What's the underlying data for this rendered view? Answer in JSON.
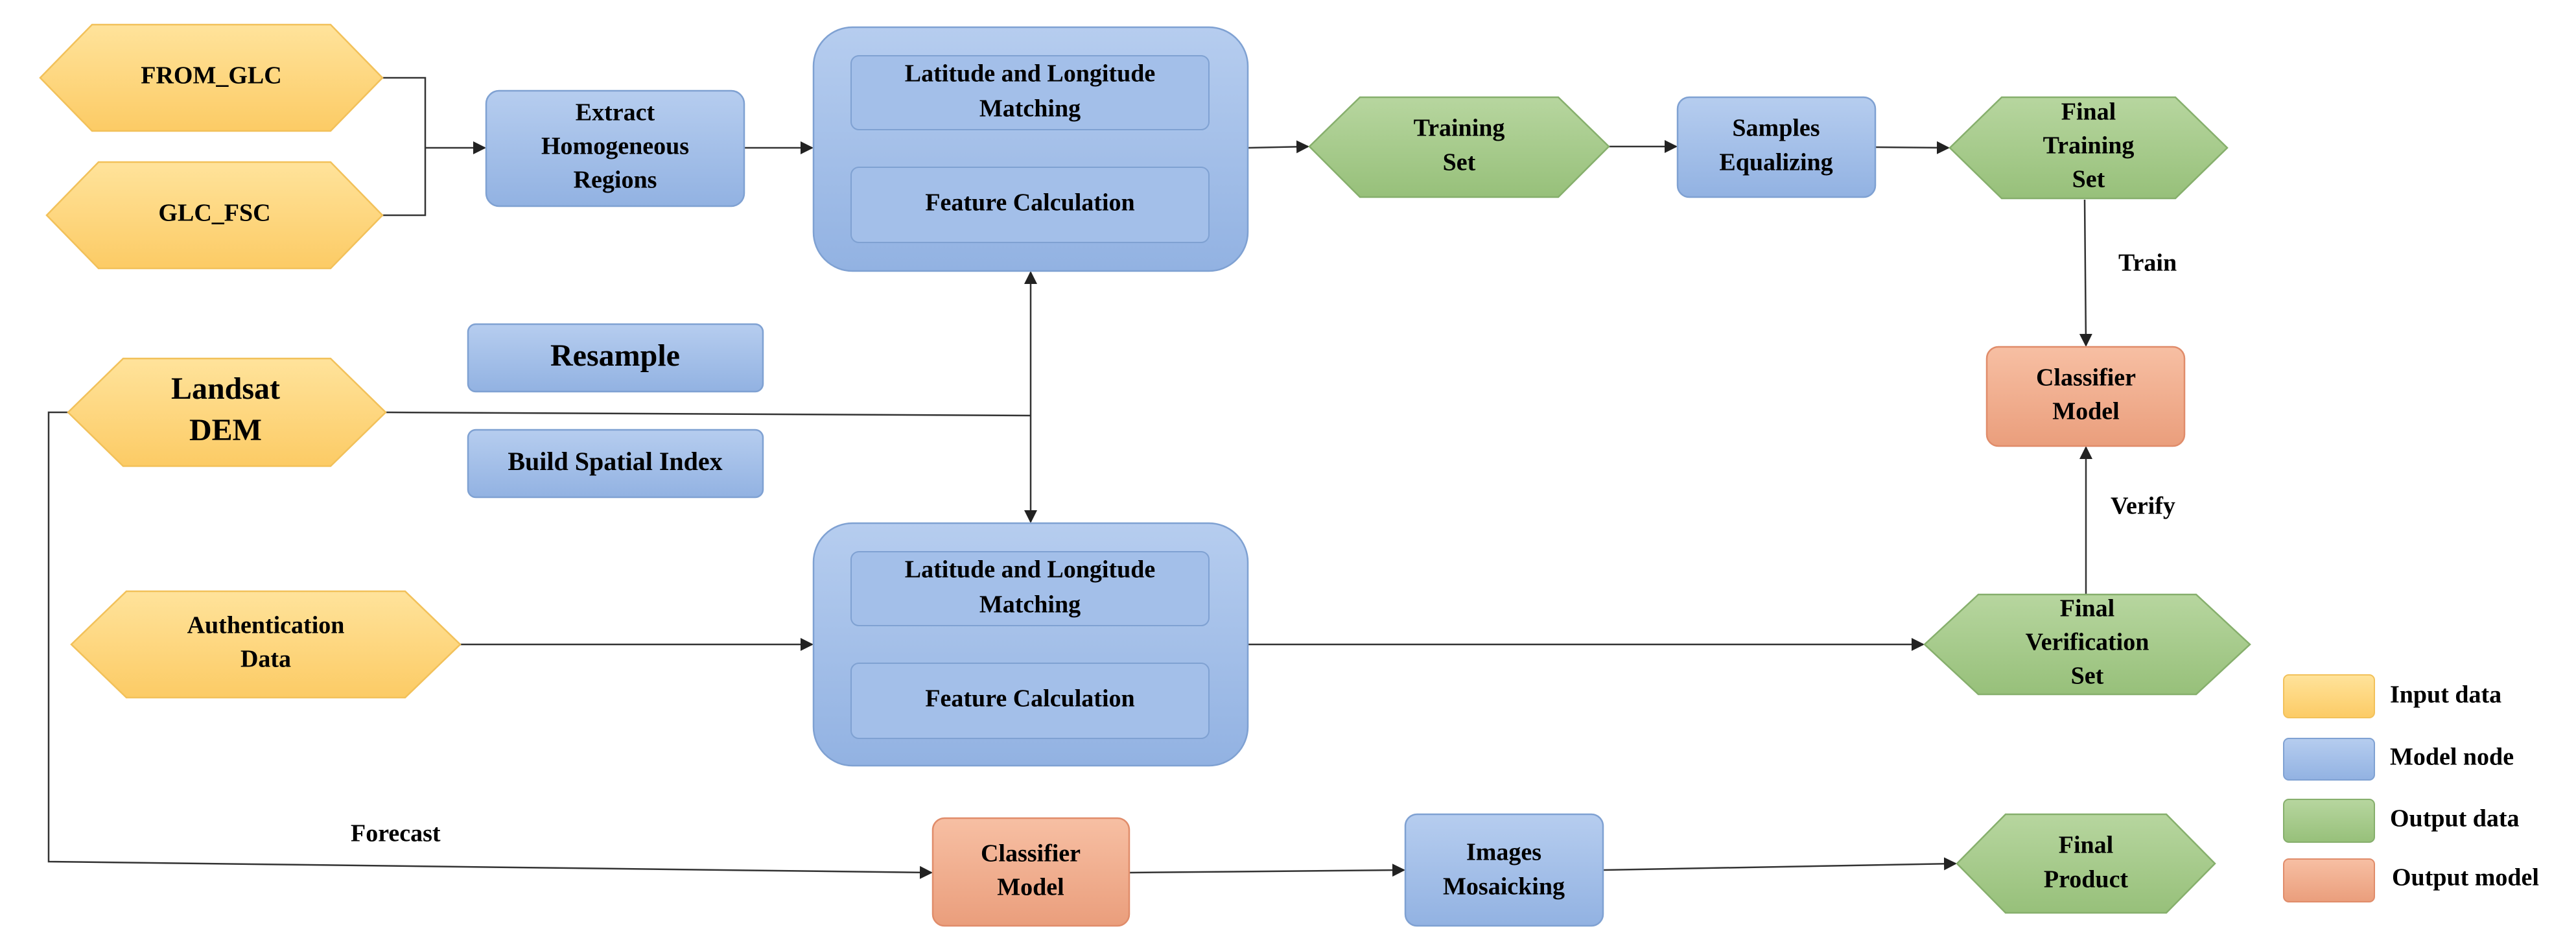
{
  "nodes": {
    "from_glc": "FROM_GLC",
    "glc_fsc": "GLC_FSC",
    "extract": [
      "Extract",
      "Homogeneous",
      "Regions"
    ],
    "top_group": {
      "latlon": [
        "Latitude and Longitude",
        "Matching"
      ],
      "feature": "Feature Calculation"
    },
    "training_set": [
      "Training",
      "Set"
    ],
    "samples_equalizing": [
      "Samples",
      "Equalizing"
    ],
    "final_training_set": [
      "Final",
      "Training",
      "Set"
    ],
    "resample": "Resample",
    "build_spatial_index": "Build Spatial Index",
    "landsat_dem": [
      "Landsat",
      "DEM"
    ],
    "classifier_model_top": [
      "Classifier",
      "Model"
    ],
    "authentication_data": [
      "Authentication",
      "Data"
    ],
    "bottom_group": {
      "latlon": [
        "Latitude and Longitude",
        "Matching"
      ],
      "feature": "Feature Calculation"
    },
    "final_verification_set": [
      "Final",
      "Verification",
      "Set"
    ],
    "classifier_model_bottom": [
      "Classifier",
      "Model"
    ],
    "images_mosaicking": [
      "Images",
      "Mosaicking"
    ],
    "final_product": [
      "Final",
      "Product"
    ]
  },
  "edge_labels": {
    "train": "Train",
    "verify": "Verify",
    "forecast": "Forecast"
  },
  "legend": [
    {
      "label": "Input data",
      "color": "#FFD77A"
    },
    {
      "label": "Model node",
      "color": "#9FBCE6"
    },
    {
      "label": "Output data",
      "color": "#A5C98A"
    },
    {
      "label": "Output model",
      "color": "#F0A98A"
    }
  ],
  "colors": {
    "input_fill": "#FFD77A",
    "input_stroke": "#F2C15A",
    "model_fill": "#A5C0E8",
    "model_stroke": "#7FA1D2",
    "output_fill": "#A5C98A",
    "output_stroke": "#86AF6C",
    "outmodel_fill": "#F0A98A",
    "outmodel_stroke": "#E08C6A",
    "line": "#333333"
  }
}
